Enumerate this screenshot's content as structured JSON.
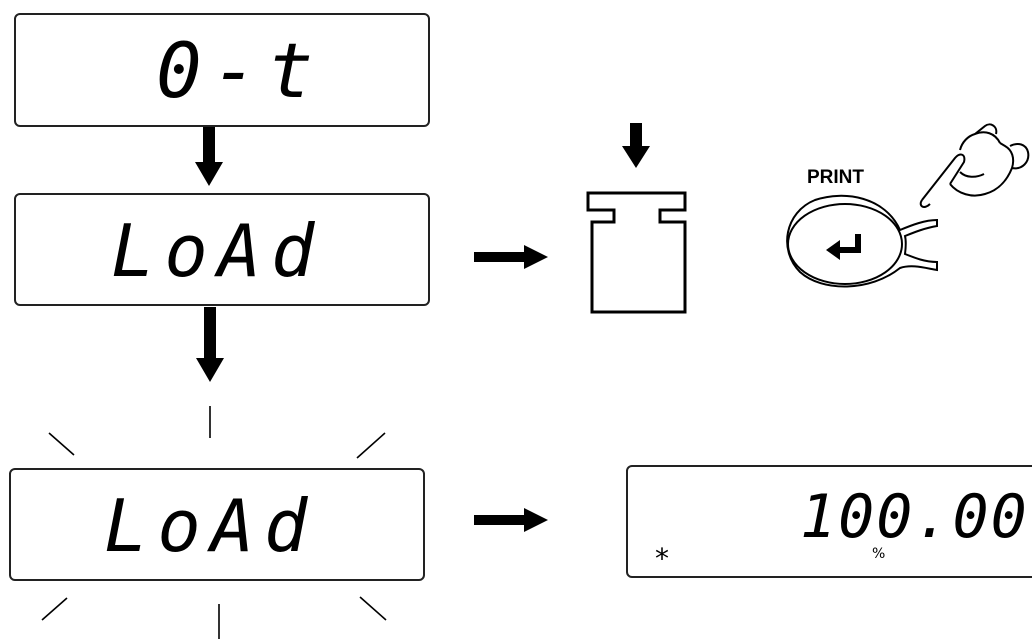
{
  "displays": {
    "zero_track": {
      "text": "0-t"
    },
    "load_1": {
      "text": "LoAd"
    },
    "load_2_blinking": {
      "text": "LoAd"
    },
    "result": {
      "value": "100.00",
      "unit": "%",
      "stability_mark": "*"
    }
  },
  "print_button": {
    "label": "PRINT",
    "icon": "enter-arrow-icon"
  },
  "icons": {
    "weight": "calibration-weight-icon",
    "hand": "pointing-hand-icon",
    "arrow_down": "arrow-down-icon",
    "arrow_right": "arrow-right-icon",
    "blink_rays": "blink-ray-icon"
  }
}
